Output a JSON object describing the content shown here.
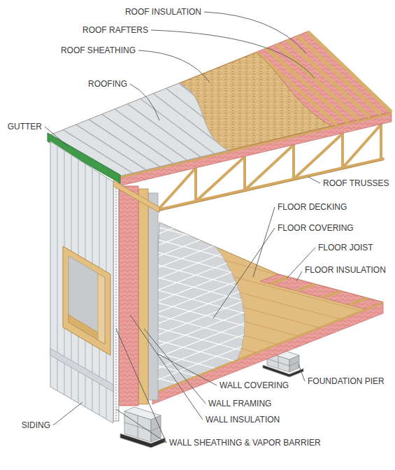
{
  "diagram": {
    "labels": [
      "ROOF INSULATION",
      "ROOF RAFTERS",
      "ROOF SHEATHING",
      "ROOFING",
      "GUTTER",
      "ROOF TRUSSES",
      "FLOOR DECKING",
      "FLOOR COVERING",
      "FLOOR JOIST",
      "FLOOR INSULATION",
      "FOUNDATION PIER",
      "WALL COVERING",
      "WALL FRAMING",
      "WALL INSULATION",
      "SIDING",
      "WALL SHEATHING & VAPOR BARRIER"
    ]
  }
}
